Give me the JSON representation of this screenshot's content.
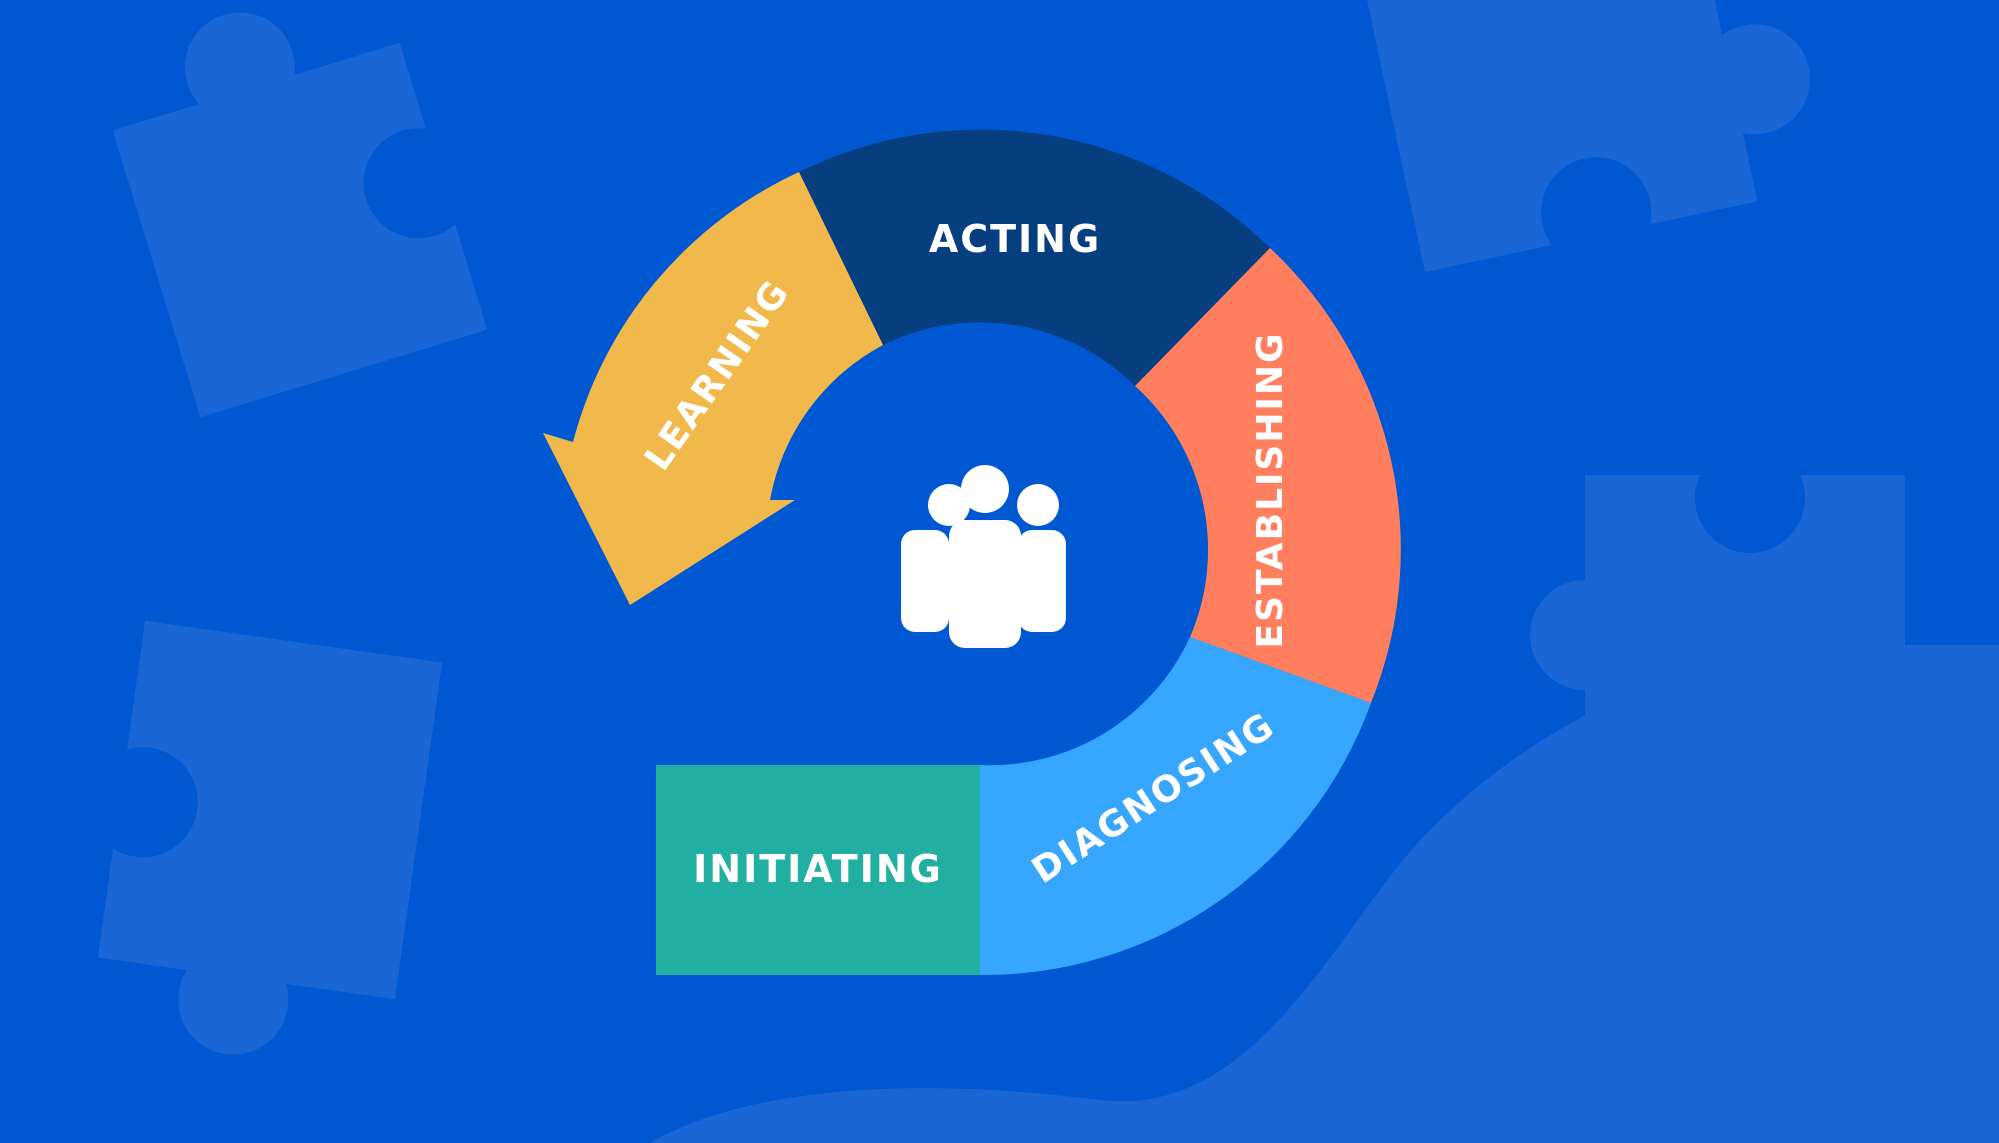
{
  "colors": {
    "background": "#0057D2",
    "puzzle": "#1A66D6",
    "initiating": "#20AFA0",
    "diagnosing": "#36A6FF",
    "establishing": "#FF7F5E",
    "acting": "#063E80",
    "learning": "#F1B84B",
    "icon": "#FFFFFF"
  },
  "stages": {
    "initiating": "INITIATING",
    "diagnosing": "DIAGNOSING",
    "establishing": "ESTABLISHING",
    "acting": "ACTING",
    "learning": "LEARNING"
  },
  "center_icon": "group-of-people-icon"
}
